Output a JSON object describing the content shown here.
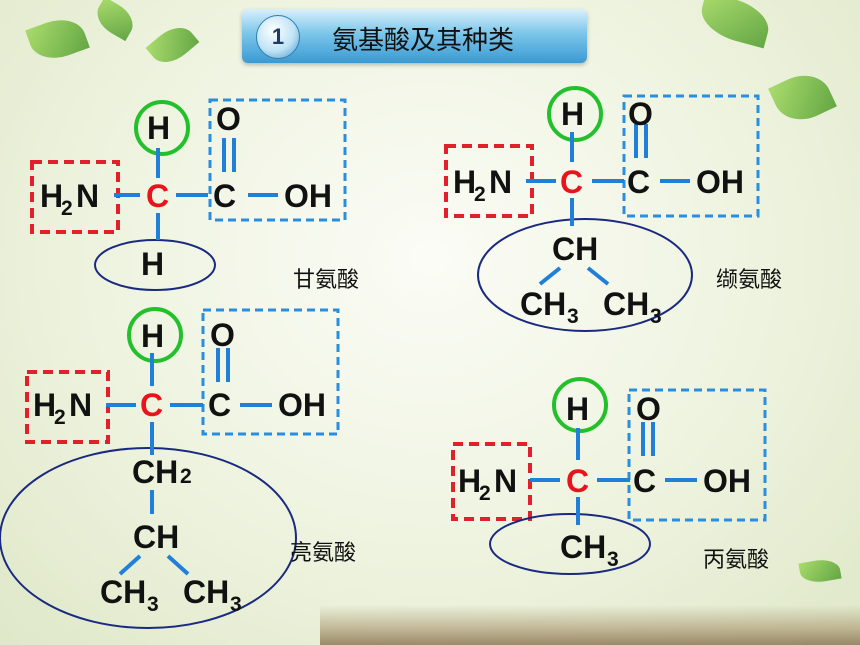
{
  "header": {
    "number": "1",
    "title": "氨基酸及其种类"
  },
  "colors": {
    "bond": "#1f7fd9",
    "amino_box": "#e0202a",
    "carboxyl_box": "#2a8ee0",
    "hydrogen_circle": "#22c02a",
    "r_group_ellipse": "#1a2a80",
    "central_carbon": "#e8141c"
  },
  "molecules": {
    "glycine": {
      "name": "甘氨酸",
      "amine": "H",
      "amine_n": "N",
      "amine_sub": "2",
      "carbon": "C",
      "top_h": "H",
      "carboxyl_c": "C",
      "carbonyl_o": "O",
      "hydroxyl": "OH",
      "r_group": "H"
    },
    "valine": {
      "name": "缬氨酸",
      "amine": "H",
      "amine_n": "N",
      "amine_sub": "2",
      "carbon": "C",
      "top_h": "H",
      "carboxyl_c": "C",
      "carbonyl_o": "O",
      "hydroxyl": "OH",
      "r1": "CH",
      "r_left": "CH",
      "r_left_sub": "3",
      "r_right": "CH",
      "r_right_sub": "3"
    },
    "leucine": {
      "name": "亮氨酸",
      "amine": "H",
      "amine_n": "N",
      "amine_sub": "2",
      "carbon": "C",
      "top_h": "H",
      "carboxyl_c": "C",
      "carbonyl_o": "O",
      "hydroxyl": "OH",
      "r1": "CH",
      "r1_sub": "2",
      "r2": "CH",
      "r_left": "CH",
      "r_left_sub": "3",
      "r_right": "CH",
      "r_right_sub": "3"
    },
    "alanine": {
      "name": "丙氨酸",
      "amine": "H",
      "amine_n": "N",
      "amine_sub": "2",
      "carbon": "C",
      "top_h": "H",
      "carboxyl_c": "C",
      "carbonyl_o": "O",
      "hydroxyl": "OH",
      "r1": "CH",
      "r1_sub": "3"
    }
  }
}
